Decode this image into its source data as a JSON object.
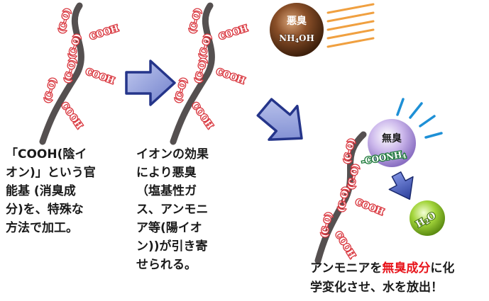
{
  "molecule": {
    "cooh": "COOH",
    "ring": "(C-O)",
    "coonh4": "COONH",
    "sub4": "4"
  },
  "odor_ball": {
    "title": "悪臭",
    "formula": "NH",
    "sub": "4",
    "formula_tail": "OH"
  },
  "odorless_ball": {
    "title": "無臭"
  },
  "water_ball": {
    "label": "H",
    "sub": "2",
    "tail": "O"
  },
  "captions": {
    "step1": [
      "「COOH(陰イ",
      "オン)」という官",
      "能基 (消臭成",
      "分)を、特殊な",
      "方法で加工。"
    ],
    "step2": [
      "イオンの効果",
      "により悪臭",
      "（塩基性ガ",
      "ス、アンモニ",
      "ア等(陽イオ",
      "ン))が引き寄",
      "せられる。"
    ],
    "step3": {
      "line1_pre": "アンモニアを",
      "line1_highlight": "無臭成分",
      "line1_post": "に化",
      "line2": "学変化させ、水を放出！"
    }
  },
  "colors": {
    "fiber": "#555050",
    "label_stroke": "#d9363e",
    "arrow_fill": "#8490d0",
    "arrow_stroke": "#25358a",
    "odor_ball": "#6a3a1a",
    "odorless_ball": "#c9b6e6",
    "water_ball": "#9acd32",
    "highlight": "#e8141b",
    "stripes": "#f0a040",
    "rays": "#1e90d6"
  }
}
